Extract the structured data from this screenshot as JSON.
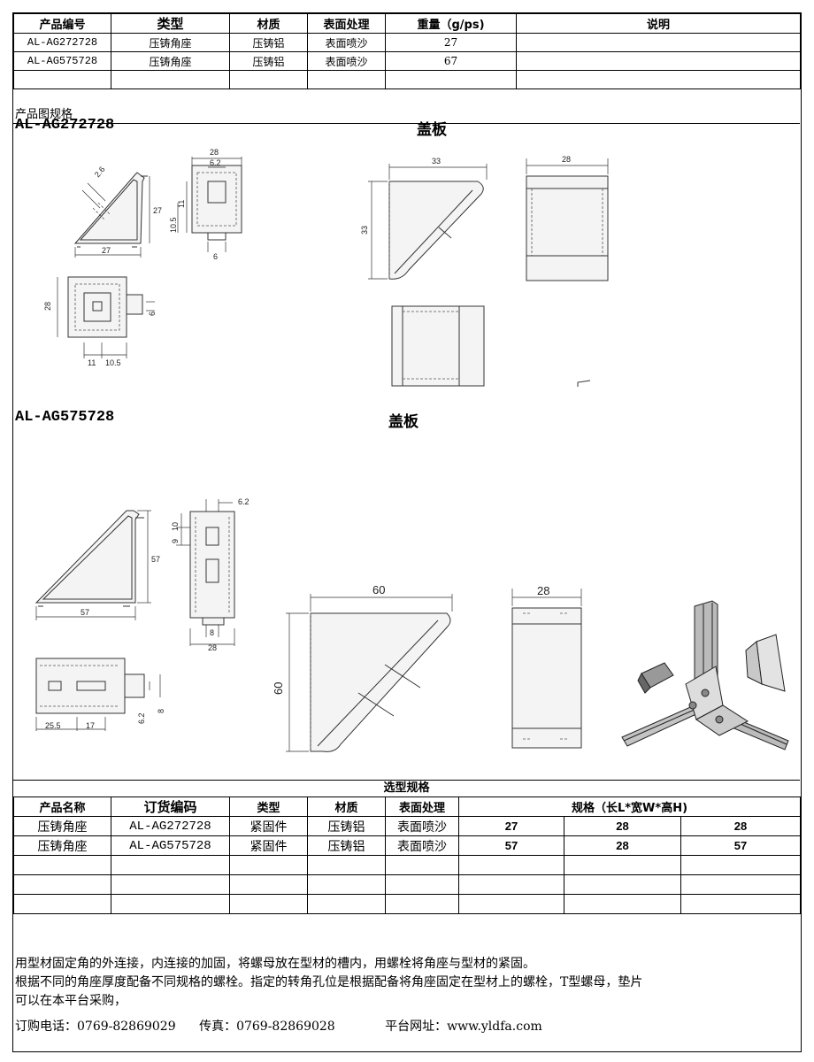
{
  "top_table": {
    "headers": [
      "产品编号",
      "类型",
      "材质",
      "表面处理",
      "重量（g/ps)",
      "说明"
    ],
    "rows": [
      [
        "AL-AG272728",
        "压铸角座",
        "压铸铝",
        "表面喷沙",
        "27",
        ""
      ],
      [
        "AL-AG575728",
        "压铸角座",
        "压铸铝",
        "表面喷沙",
        "67",
        ""
      ],
      [
        "",
        "",
        "",
        "",
        "",
        ""
      ]
    ]
  },
  "section_label": "产品图规格",
  "drawings": {
    "a1_code": "AL-AG272728",
    "a1_cover": "盖板",
    "a2_code": "AL-AG575728",
    "a2_cover": "盖板",
    "dims_small": {
      "d26": "2.6",
      "d27a": "27",
      "d27b": "27",
      "d28": "28",
      "d62": "6.2",
      "d11": "11",
      "d105": "10.5",
      "d6": "6",
      "d28b": "28",
      "d6b": "6",
      "d11b": "11",
      "d105b": "10.5",
      "c33w": "33",
      "c33h": "33",
      "c28": "28"
    },
    "dims_large": {
      "d62": "6.2",
      "d9": "9",
      "d10": "10",
      "d57a": "57",
      "d57b": "57",
      "d8": "8",
      "d28": "28",
      "d255": "25.5",
      "d17": "17",
      "d62b": "6.2",
      "d8b": "8",
      "c60w": "60",
      "c60h": "60",
      "c28": "28"
    }
  },
  "selection": {
    "title": "选型规格",
    "headers": [
      "产品名称",
      "订货编码",
      "类型",
      "材质",
      "表面处理",
      "规格（长L*宽W*高H)"
    ],
    "rows": [
      [
        "压铸角座",
        "AL-AG272728",
        "紧固件",
        "压铸铝",
        "表面喷沙",
        "27",
        "28",
        "28"
      ],
      [
        "压铸角座",
        "AL-AG575728",
        "紧固件",
        "压铸铝",
        "表面喷沙",
        "57",
        "28",
        "57"
      ],
      [
        "",
        "",
        "",
        "",
        "",
        "",
        "",
        ""
      ],
      [
        "",
        "",
        "",
        "",
        "",
        "",
        "",
        ""
      ],
      [
        "",
        "",
        "",
        "",
        "",
        "",
        "",
        ""
      ]
    ]
  },
  "notes": [
    "用型材固定角的外连接，内连接的加固，将螺母放在型材的槽内，用螺栓将角座与型材的紧固。",
    "根据不同的角座厚度配备不同规格的螺栓。指定的转角孔位是根据配备将角座固定在型材上的螺栓，T型螺母，垫片",
    "可以在本平台采购，"
  ],
  "contact": {
    "phone": "订购电话：0769-82869029",
    "fax": "传真：0769-82869028",
    "site": "平台网址：www.yldfa.com"
  }
}
